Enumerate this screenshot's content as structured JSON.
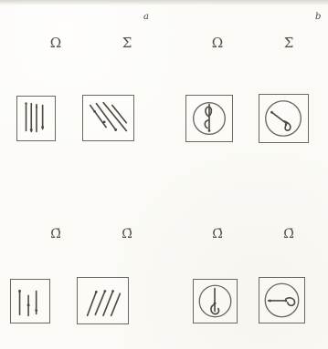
{
  "top_marks": {
    "left": "a",
    "right": "b"
  },
  "groups": [
    {
      "labels": [
        "Ω",
        "Σ̄"
      ]
    },
    {
      "labels": [
        "Ω",
        "Σ̄"
      ]
    }
  ],
  "bottom_labels": [
    "Ω̄",
    "Ω̄",
    "Ω̄",
    "Ω̄"
  ]
}
